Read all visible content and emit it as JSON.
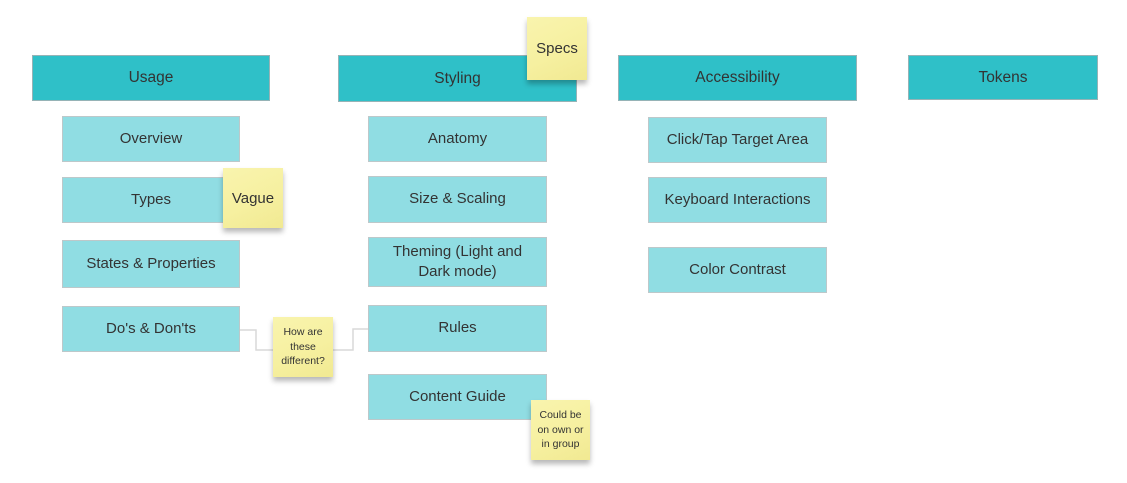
{
  "colors": {
    "header_fill": "#2fc0c8",
    "card_fill": "#90dde3",
    "card_border": "#bdc8ca",
    "sticky_fill": "#f6f0a0",
    "text": "#333333",
    "connector": "#d9d9d9",
    "canvas_bg": "#ffffff"
  },
  "columns": [
    {
      "header": {
        "label": "Usage"
      },
      "cards": [
        {
          "label": "Overview"
        },
        {
          "label": "Types"
        },
        {
          "label": "States & Properties"
        },
        {
          "label": "Do's & Don'ts"
        }
      ]
    },
    {
      "header": {
        "label": "Styling"
      },
      "cards": [
        {
          "label": "Anatomy"
        },
        {
          "label": "Size & Scaling"
        },
        {
          "label": "Theming (Light and Dark mode)"
        },
        {
          "label": "Rules"
        },
        {
          "label": "Content Guide"
        }
      ]
    },
    {
      "header": {
        "label": "Accessibility"
      },
      "cards": [
        {
          "label": "Click/Tap Target Area"
        },
        {
          "label": "Keyboard Interactions"
        },
        {
          "label": "Color Contrast"
        }
      ]
    },
    {
      "header": {
        "label": "Tokens"
      },
      "cards": []
    }
  ],
  "sticky_notes": [
    {
      "text": "Specs"
    },
    {
      "text": "Vague"
    },
    {
      "text": "How are these different?"
    },
    {
      "text": "Could be on own or in group"
    }
  ]
}
